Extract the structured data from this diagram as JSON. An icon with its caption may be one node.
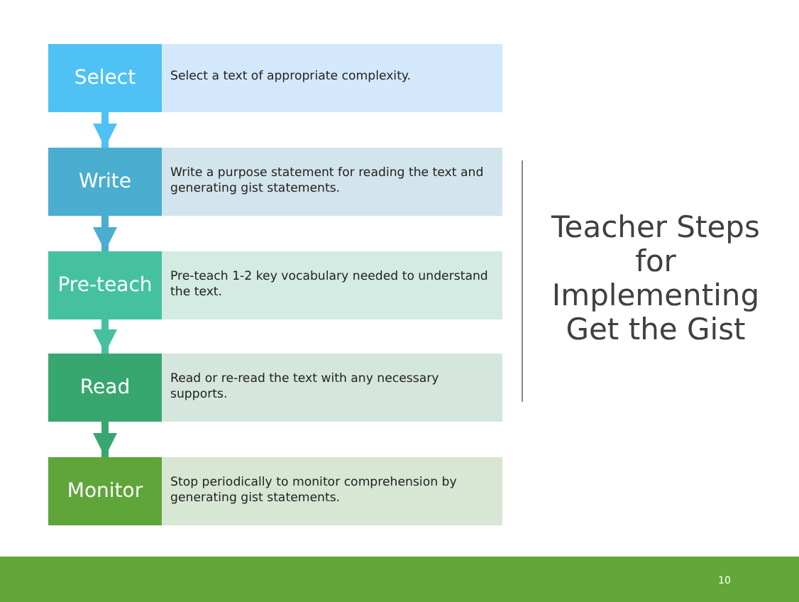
{
  "diagram": {
    "title": "Teacher Steps for Implementing Get the Gist",
    "nodes": [
      {
        "text": [
          "Select",
          "Select a text of appropriate complexity."
        ]
      },
      {
        "text": [
          "Write",
          "Write a purpose statement for reading the text and generating gist statements."
        ]
      },
      {
        "text": [
          "Pre-teach",
          "Pre-teach 1-2 key vocabulary needed to understand the text."
        ]
      },
      {
        "text": [
          "Read",
          "Read or re-read the text with any necessary supports."
        ]
      },
      {
        "text": [
          "Monitor",
          "Stop periodically to monitor comprehension by generating gist statements."
        ]
      }
    ],
    "edges": [
      {
        "from": 0,
        "to": 1,
        "arrow": "to",
        "color": "#4fc1f5"
      },
      {
        "from": 1,
        "to": 2,
        "arrow": "to",
        "color": "#4aaed0"
      },
      {
        "from": 2,
        "to": 3,
        "arrow": "to",
        "color": "#45c1a0"
      },
      {
        "from": 3,
        "to": 4,
        "arrow": "to",
        "color": "#37a76f"
      }
    ],
    "labels": [
      "10"
    ]
  }
}
